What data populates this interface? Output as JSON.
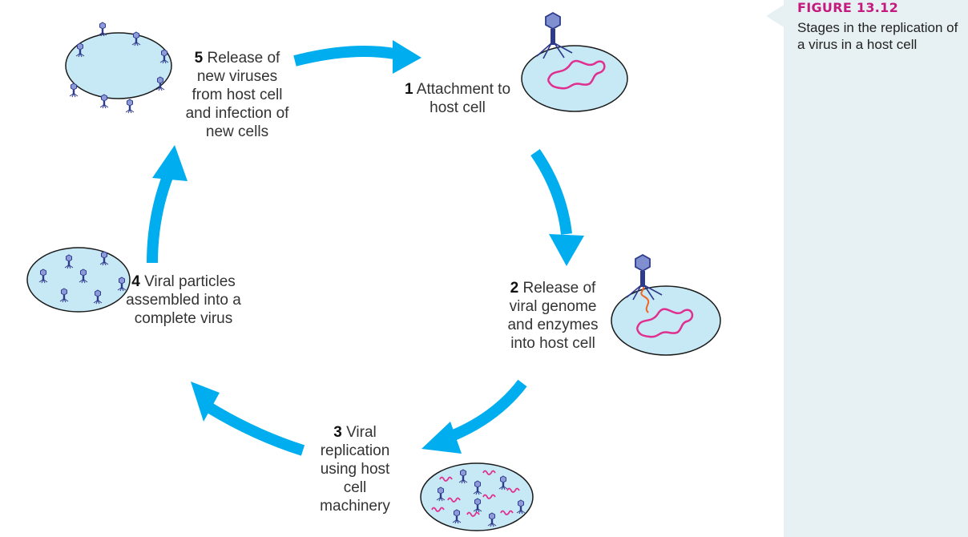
{
  "figure": {
    "label": "FIGURE 13.12",
    "caption": "Stages in the replication of a virus in a host cell"
  },
  "stages": [
    {
      "number": "1",
      "text": "Attachment to host cell"
    },
    {
      "number": "2",
      "text": "Release of viral genome and enzymes into host cell"
    },
    {
      "number": "3",
      "text": "Viral replication using host cell machinery"
    },
    {
      "number": "4",
      "text": "Viral particles assembled into a complete virus"
    },
    {
      "number": "5",
      "text": "Release of new viruses from host cell and infection of new cells"
    }
  ],
  "colors": {
    "arrow": "#00aeef",
    "cell_fill": "#c7e8f5",
    "cell_stroke": "#1a1a1a",
    "genome": "#e0308f",
    "virus": "#2e3a8c",
    "sidebar": "#e7f1f3",
    "figure_label": "#c4197e"
  }
}
